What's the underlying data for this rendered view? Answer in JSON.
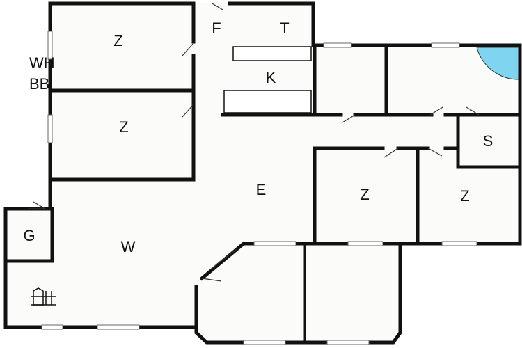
{
  "rooms": {
    "bedroom_top": "Z",
    "bedroom_mid": "Z",
    "bedroom_right_a": "Z",
    "bedroom_right_b": "Z",
    "hallway": "F",
    "toilet": "T",
    "kitchen": "K",
    "living": "W",
    "entrance": "E",
    "storage": "S",
    "garage": "G",
    "wh_line1": "WH",
    "wh_line2": "BB"
  },
  "colors": {
    "shower": "#7fd4f0",
    "wall": "#111111",
    "floor": "#fbfbf9"
  }
}
